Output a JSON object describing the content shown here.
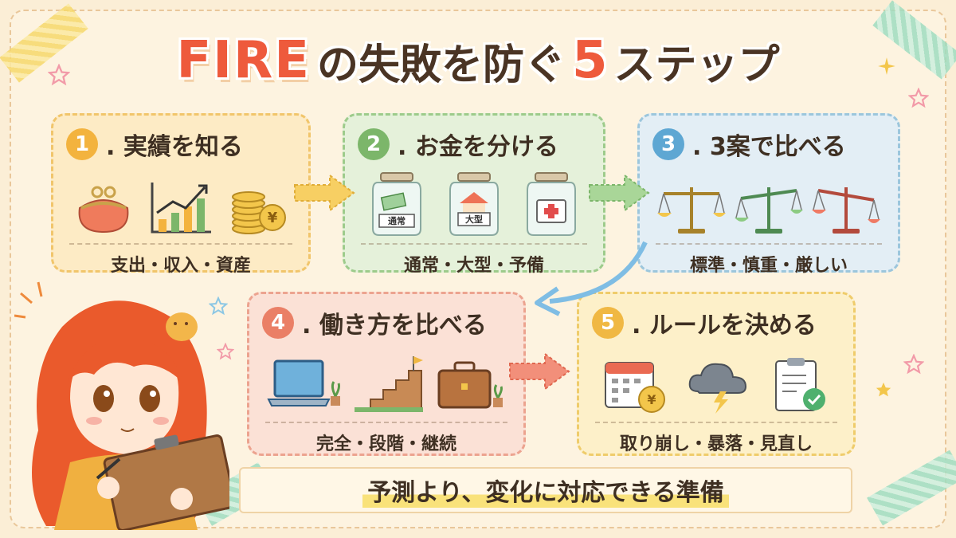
{
  "title": {
    "prefix": "FIRE",
    "middle": "の失敗を防ぐ",
    "number": "5",
    "suffix": "ステップ"
  },
  "steps": [
    {
      "number": "1",
      "label": ". 実績を知る",
      "sub": "支出・収入・資産"
    },
    {
      "number": "2",
      "label": ". お金を分ける",
      "sub": "通常・大型・予備",
      "jar_labels": [
        "通常",
        "大型"
      ]
    },
    {
      "number": "3",
      "label": ". 3案で比べる",
      "sub": "標準・慎重・厳しい"
    },
    {
      "number": "4",
      "label": ". 働き方を比べる",
      "sub": "完全・段階・継続"
    },
    {
      "number": "5",
      "label": ". ルールを決める",
      "sub": "取り崩し・暴落・見直し"
    }
  ],
  "caption": "予測より、変化に対応できる準備",
  "colors": {
    "accent": "#ee5a3c",
    "step1": "#f3b33e",
    "step2": "#7cb66a",
    "step3": "#5ea7d3",
    "step4": "#ea7f66",
    "step5": "#f0b843"
  }
}
